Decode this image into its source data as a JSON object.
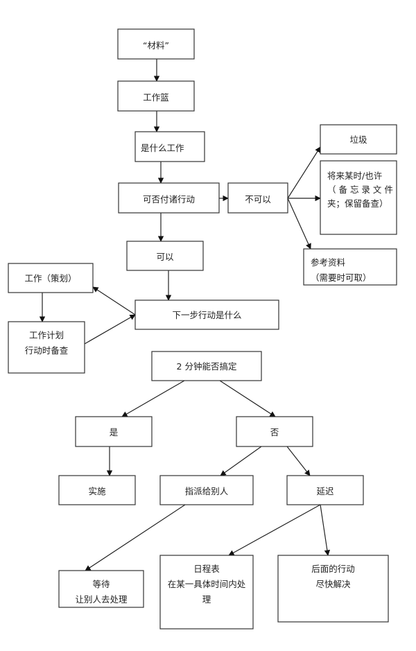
{
  "title": "GTD 工作流程图",
  "nodes": [
    {
      "id": "material",
      "lines": [
        "“材料”"
      ]
    },
    {
      "id": "inbox",
      "lines": [
        "工作篮"
      ]
    },
    {
      "id": "what",
      "lines": [
        "是什么工作"
      ]
    },
    {
      "id": "actionable",
      "lines": [
        "可否付诸行动"
      ]
    },
    {
      "id": "not_actionable",
      "lines": [
        "不可以"
      ]
    },
    {
      "id": "trash",
      "lines": [
        "垃圾"
      ]
    },
    {
      "id": "someday",
      "lines": [
        "将来某时/也许",
        "（ 备 忘 录 文 件",
        "夹；保留备查）"
      ]
    },
    {
      "id": "reference",
      "lines": [
        "参考资料",
        "（需要时可取）"
      ]
    },
    {
      "id": "yes_actionable",
      "lines": [
        "可以"
      ]
    },
    {
      "id": "next_action",
      "lines": [
        "下一步行动是什么"
      ]
    },
    {
      "id": "project",
      "lines": [
        "工作（策划）"
      ]
    },
    {
      "id": "project_plan",
      "lines": [
        "工作计划",
        "行动时备查"
      ]
    },
    {
      "id": "two_min",
      "lines": [
        "2 分钟能否搞定"
      ]
    },
    {
      "id": "yes",
      "lines": [
        "是"
      ]
    },
    {
      "id": "no",
      "lines": [
        "否"
      ]
    },
    {
      "id": "do_it",
      "lines": [
        "实施"
      ]
    },
    {
      "id": "delegate",
      "lines": [
        "指派给别人"
      ]
    },
    {
      "id": "defer",
      "lines": [
        "延迟"
      ]
    },
    {
      "id": "waiting",
      "lines": [
        "等待",
        "让别人去处理"
      ]
    },
    {
      "id": "calendar",
      "lines": [
        "日程表",
        "在某一具体时间内处",
        "理"
      ]
    },
    {
      "id": "next_actions",
      "lines": [
        "后面的行动",
        "尽快解决"
      ]
    }
  ],
  "edges": [
    {
      "from": "material",
      "to": "inbox"
    },
    {
      "from": "inbox",
      "to": "what"
    },
    {
      "from": "what",
      "to": "actionable"
    },
    {
      "from": "actionable",
      "to": "not_actionable"
    },
    {
      "from": "not_actionable",
      "to": "trash"
    },
    {
      "from": "not_actionable",
      "to": "someday"
    },
    {
      "from": "not_actionable",
      "to": "reference"
    },
    {
      "from": "actionable",
      "to": "yes_actionable"
    },
    {
      "from": "yes_actionable",
      "to": "next_action"
    },
    {
      "from": "next_action",
      "to": "project"
    },
    {
      "from": "project",
      "to": "project_plan"
    },
    {
      "from": "project_plan",
      "to": "next_action"
    },
    {
      "from": "two_min",
      "to": "yes"
    },
    {
      "from": "two_min",
      "to": "no"
    },
    {
      "from": "yes",
      "to": "do_it"
    },
    {
      "from": "no",
      "to": "delegate"
    },
    {
      "from": "no",
      "to": "defer"
    },
    {
      "from": "delegate",
      "to": "waiting"
    },
    {
      "from": "defer",
      "to": "calendar"
    },
    {
      "from": "defer",
      "to": "next_actions"
    }
  ]
}
